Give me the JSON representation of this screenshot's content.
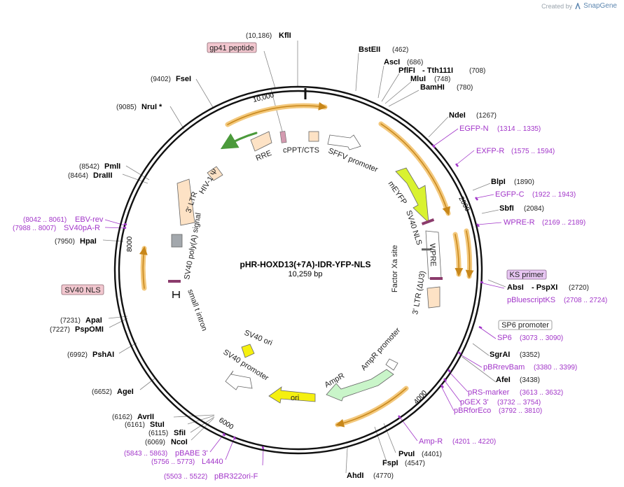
{
  "app": {
    "credit_prefix": "Created by",
    "credit_brand": "SnapGene"
  },
  "plasmid": {
    "name": "pHR-HOXD13(+7A)-IDR-YFP-NLS",
    "length_label": "10,259 bp",
    "length": 10259
  },
  "ticks": [
    "2000",
    "4000",
    "6000",
    "8000",
    "10,000"
  ],
  "sites": [
    {
      "name": "KflI",
      "coord": "(10,186)"
    },
    {
      "name": "BstEII",
      "coord": "(462)"
    },
    {
      "name": "AscI",
      "coord": "(686)"
    },
    {
      "name": "PflFI",
      "name2": "- Tth111I",
      "coord": "(708)"
    },
    {
      "name": "MluI",
      "coord": "(748)"
    },
    {
      "name": "BamHI",
      "coord": "(780)"
    },
    {
      "name": "NdeI",
      "coord": "(1267)"
    },
    {
      "name": "BlpI",
      "coord": "(1890)"
    },
    {
      "name": "SbfI",
      "coord": "(2084)"
    },
    {
      "name": "AbsI",
      "name2": "- PspXI",
      "coord": "(2720)"
    },
    {
      "name": "SgrAI",
      "coord": "(3352)"
    },
    {
      "name": "AfeI",
      "coord": "(3438)"
    },
    {
      "name": "PvuI",
      "coord": "(4401)"
    },
    {
      "name": "FspI",
      "coord": "(4547)"
    },
    {
      "name": "AhdI",
      "coord": "(4770)"
    },
    {
      "name": "NcoI",
      "coord": "(6069)"
    },
    {
      "name": "SfiI",
      "coord": "(6115)"
    },
    {
      "name": "StuI",
      "coord": "(6161)"
    },
    {
      "name": "AvrII",
      "coord": "(6162)"
    },
    {
      "name": "AgeI",
      "coord": "(6652)"
    },
    {
      "name": "PshAI",
      "coord": "(6992)"
    },
    {
      "name": "PspOMI",
      "coord": "(7227)"
    },
    {
      "name": "ApaI",
      "coord": "(7231)"
    },
    {
      "name": "HpaI",
      "coord": "(7950)"
    },
    {
      "name": "DraIII",
      "coord": "(8464)"
    },
    {
      "name": "PmlI",
      "coord": "(8542)"
    },
    {
      "name": "NruI *",
      "coord": "(9085)"
    },
    {
      "name": "FseI",
      "coord": "(9402)"
    }
  ],
  "primers": [
    {
      "name": "EGFP-N",
      "coord": "(1314 .. 1335)"
    },
    {
      "name": "EXFP-R",
      "coord": "(1575 .. 1594)"
    },
    {
      "name": "EGFP-C",
      "coord": "(1922 .. 1943)"
    },
    {
      "name": "WPRE-R",
      "coord": "(2169 .. 2189)"
    },
    {
      "name": "pBluescriptKS",
      "coord": "(2708 .. 2724)"
    },
    {
      "name": "SP6",
      "coord": "(3073 .. 3090)"
    },
    {
      "name": "pBRrevBam",
      "coord": "(3380 .. 3399)"
    },
    {
      "name": "pRS-marker",
      "coord": "(3613 .. 3632)"
    },
    {
      "name": "pGEX 3'",
      "coord": "(3732 .. 3754)"
    },
    {
      "name": "pBRforEco",
      "coord": "(3792 .. 3810)"
    },
    {
      "name": "Amp-R",
      "coord": "(4201 .. 4220)"
    },
    {
      "name": "pBR322ori-F",
      "coord": "(5503 .. 5522)"
    },
    {
      "name": "L4440",
      "coord": "(5756 .. 5773)"
    },
    {
      "name": "pBABE 3'",
      "coord": "(5843 .. 5863)"
    },
    {
      "name": "SV40pA-R",
      "coord": "(7988 .. 8007)"
    },
    {
      "name": "EBV-rev",
      "coord": "(8042 .. 8061)"
    }
  ],
  "boxed_labels": [
    "gp41 peptide",
    "KS primer",
    "SP6 promoter",
    "SV40 NLS"
  ],
  "features": [
    "RRE",
    "cPPT/CTS",
    "SFFV promoter",
    "mEYFP",
    "SV40 NLS",
    "WPRE",
    "Factor Xa site",
    "3' LTR (ΔU3)",
    "SV40 ori",
    "SV40 promoter",
    "AmpR promoter",
    "AmpR",
    "ori",
    "small t intron",
    "SV40 poly(A) signal",
    "3' LTR",
    "HIV-1 Ψ"
  ],
  "colors": {
    "backbone": "#111111",
    "orf_highlight": "#f3c87c",
    "orf_arrow": "#c8871a",
    "primer": "#a236c9",
    "label_box_fill": "#f2c7cf",
    "ks_box_fill": "#e7c6f2",
    "ltr_fill": "#fde2c5",
    "eyfp_fill": "#d9f230",
    "ori_fill": "#f5f00f",
    "ampr_fill": "#c9f5c9",
    "rre_fill": "#fde2c5",
    "green_arrow": "#4b9a3b",
    "grey_box": "#a3a8ad"
  }
}
